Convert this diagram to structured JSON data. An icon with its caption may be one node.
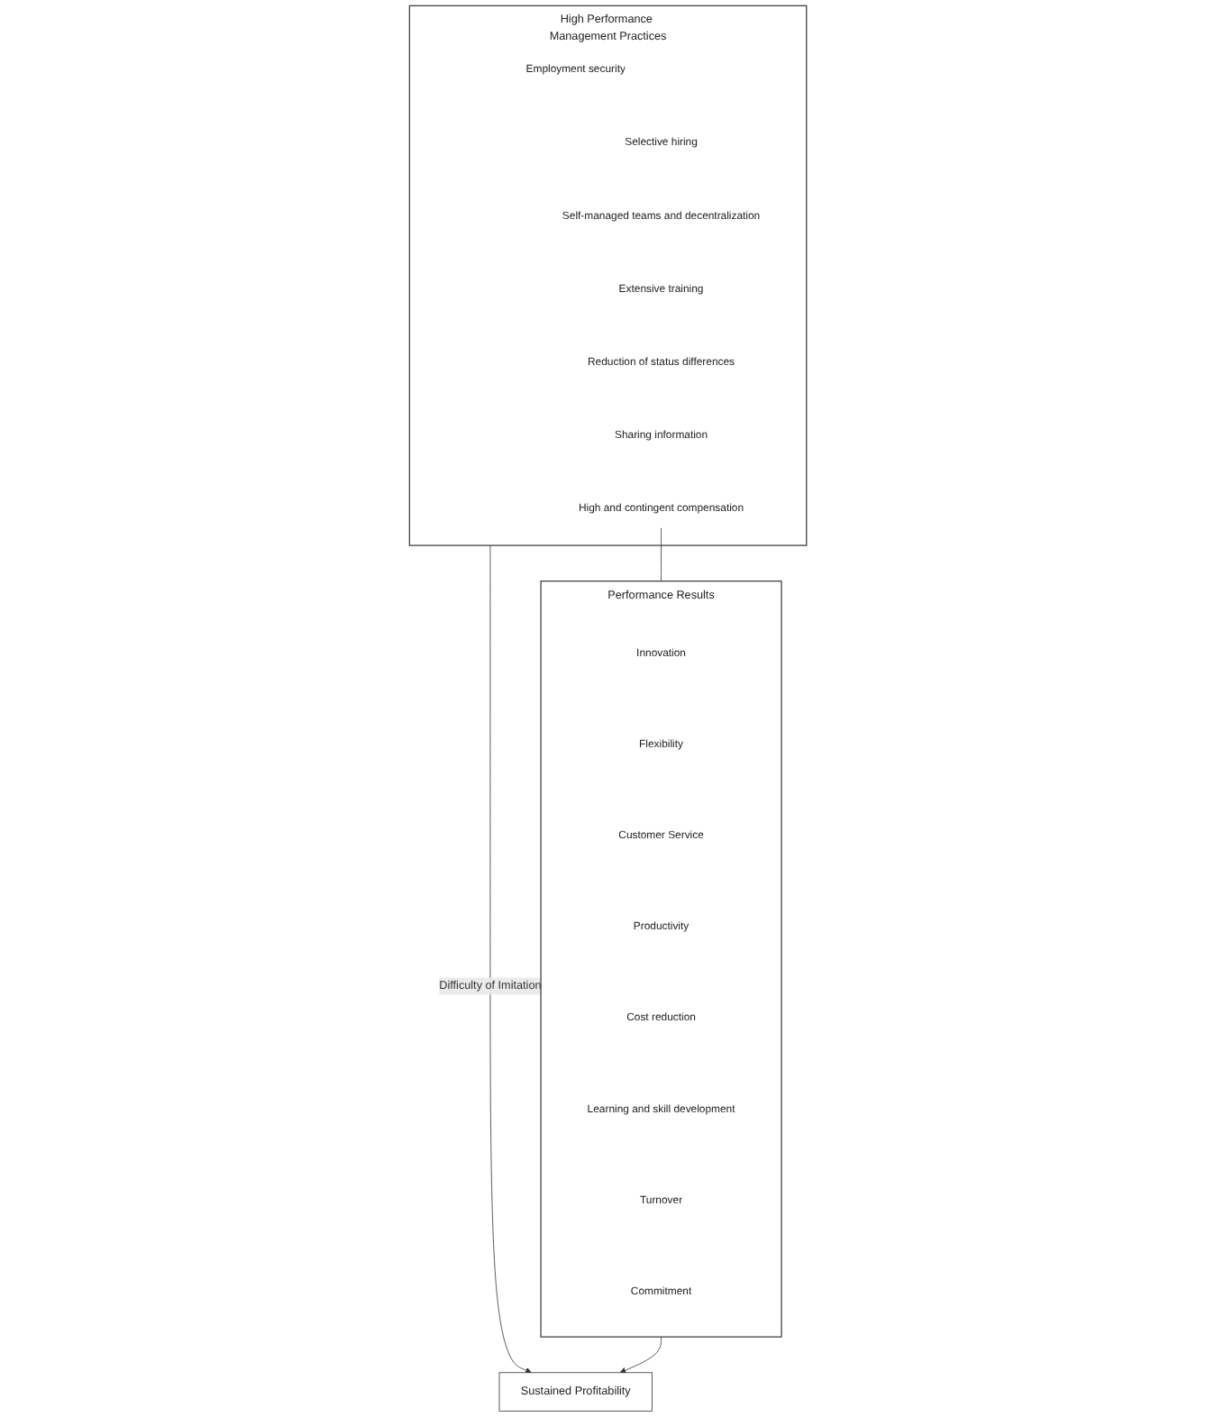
{
  "diagram": {
    "nodes": [
      {
        "text": [
          "High Performance Management Practices"
        ]
      },
      {
        "text": [
          "Employment security"
        ],
        "in": 0
      },
      {
        "text": [
          "Selective hiring"
        ],
        "in": 0
      },
      {
        "text": [
          "Self-managed teams and decentralization"
        ],
        "in": 0
      },
      {
        "text": [
          "Extensive training"
        ],
        "in": 0
      },
      {
        "text": [
          "Reduction of status differences"
        ],
        "in": 0
      },
      {
        "text": [
          "Sharing information"
        ],
        "in": 0
      },
      {
        "text": [
          "High and contingent compensation"
        ],
        "in": 0
      },
      {
        "text": [
          "Sustained Profitability"
        ]
      },
      {
        "text": [
          "Performance Results"
        ]
      },
      {
        "text": [
          "Innovation"
        ],
        "in": 9
      },
      {
        "text": [
          "Flexibility"
        ],
        "in": 9
      },
      {
        "text": [
          "Customer Service"
        ],
        "in": 9
      },
      {
        "text": [
          "Productivity"
        ],
        "in": 9
      },
      {
        "text": [
          "Cost reduction"
        ],
        "in": 9
      },
      {
        "text": [
          "Learning and skill development"
        ],
        "in": 9
      },
      {
        "text": [
          "Turnover"
        ],
        "in": 9
      },
      {
        "text": [
          "Commitment"
        ],
        "in": 9
      }
    ],
    "edges": [
      {
        "from": 0,
        "to": 8,
        "arrow": "to",
        "label": "Difficulty of Imitation"
      },
      {
        "from": 7,
        "to": 9,
        "arrow": "none"
      },
      {
        "from": 9,
        "to": 8,
        "arrow": "to"
      }
    ]
  }
}
